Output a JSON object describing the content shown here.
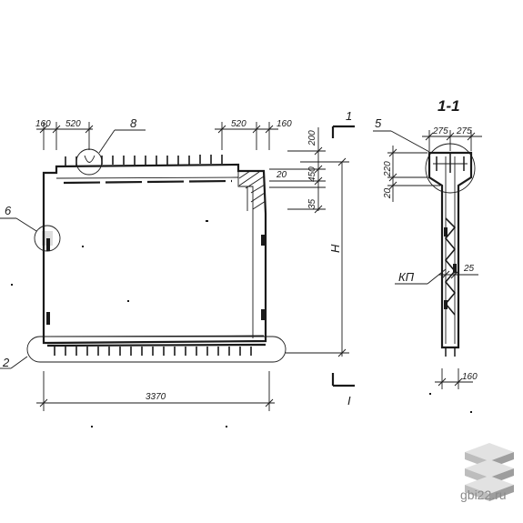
{
  "drawing": {
    "section_title": "1-1",
    "cut_mark_top": "1",
    "cut_mark_bottom": "I",
    "callouts": {
      "top_detail": "8",
      "left_detail": "6",
      "bottom_detail": "2",
      "section_detail": "5",
      "section_label": "КП"
    },
    "dims_top_left": [
      "160",
      "520"
    ],
    "dims_top_right": [
      "520",
      "160"
    ],
    "dims_right_vertical": [
      "200",
      "450",
      "35"
    ],
    "dim_side_small": "20",
    "dim_height": "Н",
    "dim_width": "3370",
    "section_dims_top": [
      "275",
      "275"
    ],
    "section_dims_left": [
      "220",
      "20"
    ],
    "section_dim_rebar": "25",
    "section_dim_bottom": "160"
  },
  "watermark": {
    "text": "gbi22.ru",
    "icon": "stacked-slabs-icon"
  }
}
